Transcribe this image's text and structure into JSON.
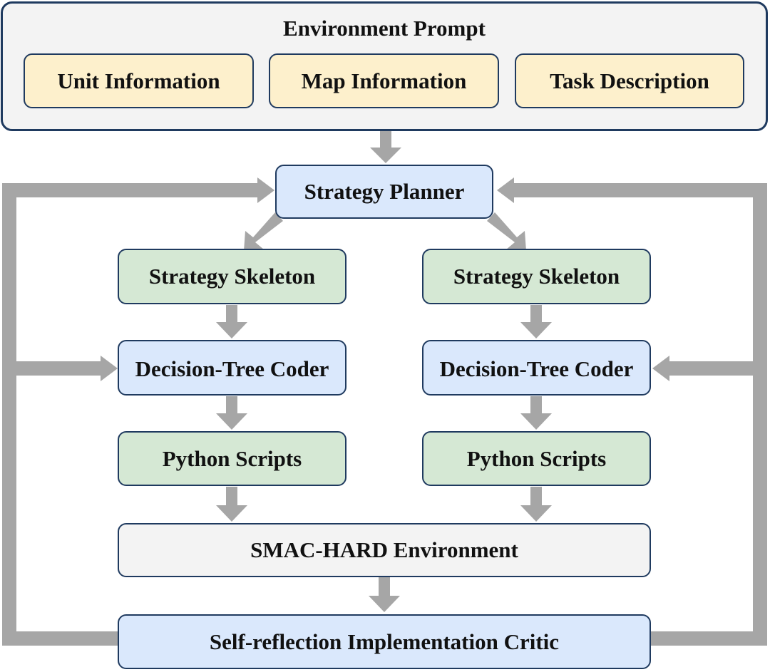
{
  "environment_prompt": {
    "title": "Environment Prompt",
    "items": [
      {
        "label": "Unit Information"
      },
      {
        "label": "Map Information"
      },
      {
        "label": "Task Description"
      }
    ]
  },
  "strategy_planner": {
    "label": "Strategy Planner"
  },
  "branches": [
    {
      "skeleton": "Strategy Skeleton",
      "coder": "Decision-Tree Coder",
      "scripts": "Python Scripts"
    },
    {
      "skeleton": "Strategy Skeleton",
      "coder": "Decision-Tree Coder",
      "scripts": "Python Scripts"
    }
  ],
  "environment": {
    "label": "SMAC-HARD Environment"
  },
  "critic": {
    "label": "Self-reflection Implementation Critic"
  },
  "colors": {
    "arrow": "#a6a6a6",
    "border": "#1f3a5f",
    "yellow_fill": "#fdf0cc",
    "blue_fill": "#dae8fc",
    "green_fill": "#d5e8d4",
    "grey_fill": "#f3f3f3"
  }
}
